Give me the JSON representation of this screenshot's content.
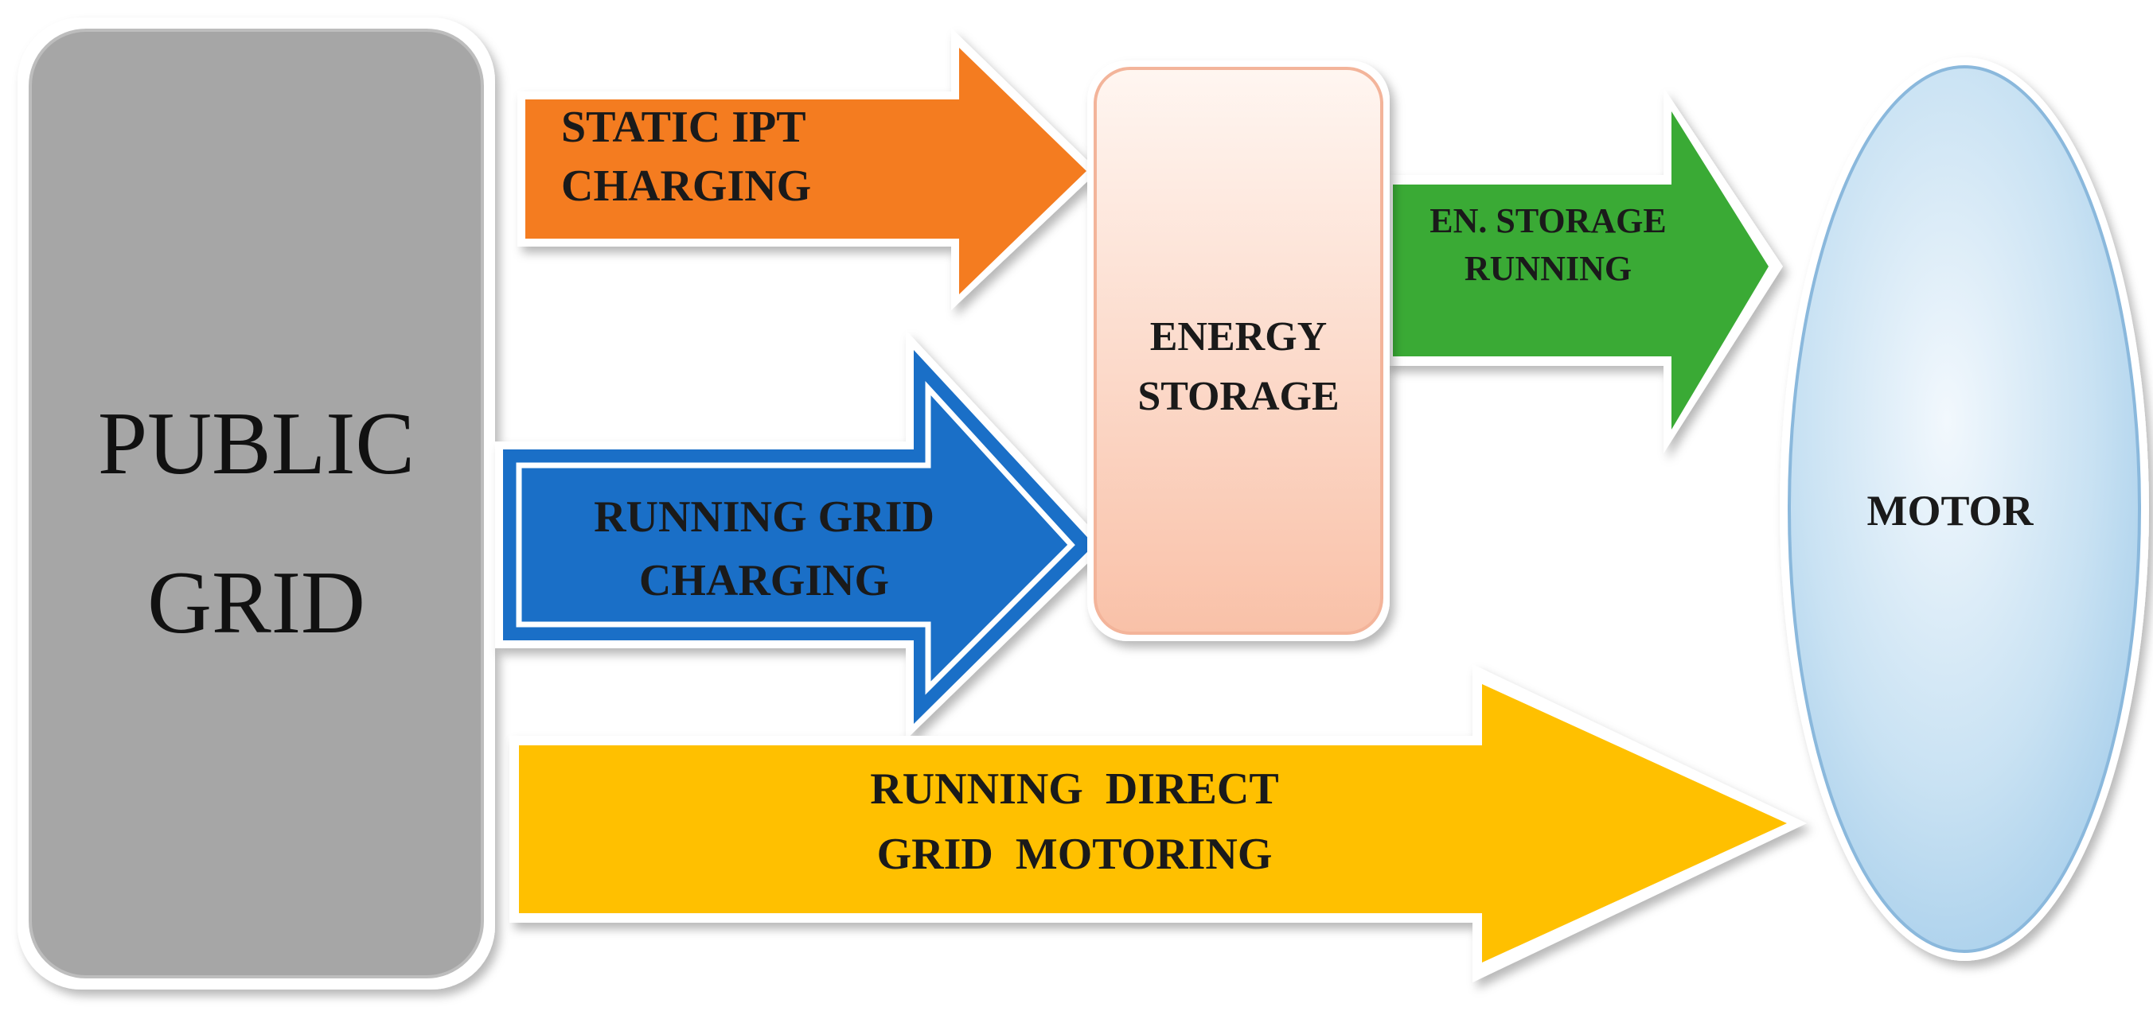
{
  "nodes": {
    "public_grid": {
      "line1": "PUBLIC",
      "line2": "GRID"
    },
    "energy_storage": {
      "line1": "ENERGY",
      "line2": "STORAGE"
    },
    "motor": {
      "label": "MOTOR"
    }
  },
  "arrows": {
    "static_ipt": {
      "line1": "STATIC IPT",
      "line2": "CHARGING"
    },
    "running_grid": {
      "line1": "RUNNING GRID",
      "line2": "CHARGING"
    },
    "en_storage": {
      "line1": "EN. STORAGE",
      "line2": "RUNNING"
    },
    "direct_grid": {
      "line1": "RUNNING  DIRECT",
      "line2": "GRID  MOTORING"
    }
  },
  "colors": {
    "grid_box": "#a6a6a6",
    "static_ipt": "#f47c20",
    "running_grid": "#1a6fc7",
    "en_storage": "#3aaa35",
    "direct_grid": "#ffc000",
    "energy_storage": "#fbd3c2",
    "motor": "#b9d8ef"
  }
}
